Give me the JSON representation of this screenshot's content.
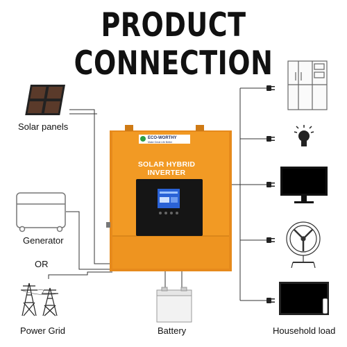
{
  "title": "PRODUCT CONNECTION",
  "inverter": {
    "label": "SOLAR HYBRID INVERTER",
    "brand": "ECO-WORTHY",
    "tagline": "Make Great Life Better"
  },
  "sources": {
    "solar": "Solar panels",
    "generator": "Generator",
    "or": "OR",
    "grid": "Power Grid"
  },
  "storage": {
    "battery": "Battery"
  },
  "loads": {
    "label": "Household load",
    "items": [
      "refrigerator-icon",
      "light-bulb-icon",
      "monitor-icon",
      "fan-icon",
      "tv-icon"
    ]
  },
  "colors": {
    "inverter_body": "#f29a24",
    "inverter_dark": "#d9801a",
    "screen": "#1a1a1a",
    "lines": "#333333"
  }
}
